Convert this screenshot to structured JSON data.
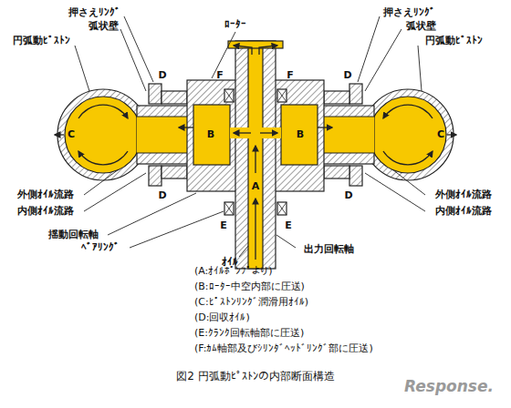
{
  "diagram": {
    "caption": "図2 円弧動ﾋﾟｽﾄﾝの内部断面構造",
    "labels": [
      "押さえﾘﾝｸﾞ",
      "弧状壁",
      "円弧動ﾋﾟｽﾄﾝ",
      "ﾛｰﾀｰ",
      "押さえﾘﾝｸﾞ",
      "弧状壁",
      "円弧動ﾋﾟｽﾄﾝ",
      "D",
      "F",
      "F",
      "D",
      "C",
      "B",
      "B",
      "C",
      "A",
      "D",
      "E",
      "E",
      "D",
      "外側ｵｲﾙ流路",
      "内側ｵｲﾙ流路",
      "外側ｵｲﾙ流路",
      "内側ｵｲﾙ流路",
      "揺動回転軸",
      "ﾍﾞｱﾘﾝｸﾞ",
      "ｵｲﾙ",
      "出力回転軸",
      "(A:ｵｲﾙﾎﾟﾝﾌﾟより)",
      "(B:ﾛｰﾀｰ中空内部に圧送)",
      "(C:ﾋﾟｽﾄﾝﾘﾝｸﾞ潤滑用ｵｲﾙ)",
      "(D:回収ｵｲﾙ)",
      "(E:ｸﾗﾝｸ回転軸部に圧送)",
      "(F:ｶﾑ軸部及びｼﾘﾝﾀﾞﾍｯﾄﾞﾘﾝｸﾞ部に圧送)",
      "Response."
    ]
  }
}
